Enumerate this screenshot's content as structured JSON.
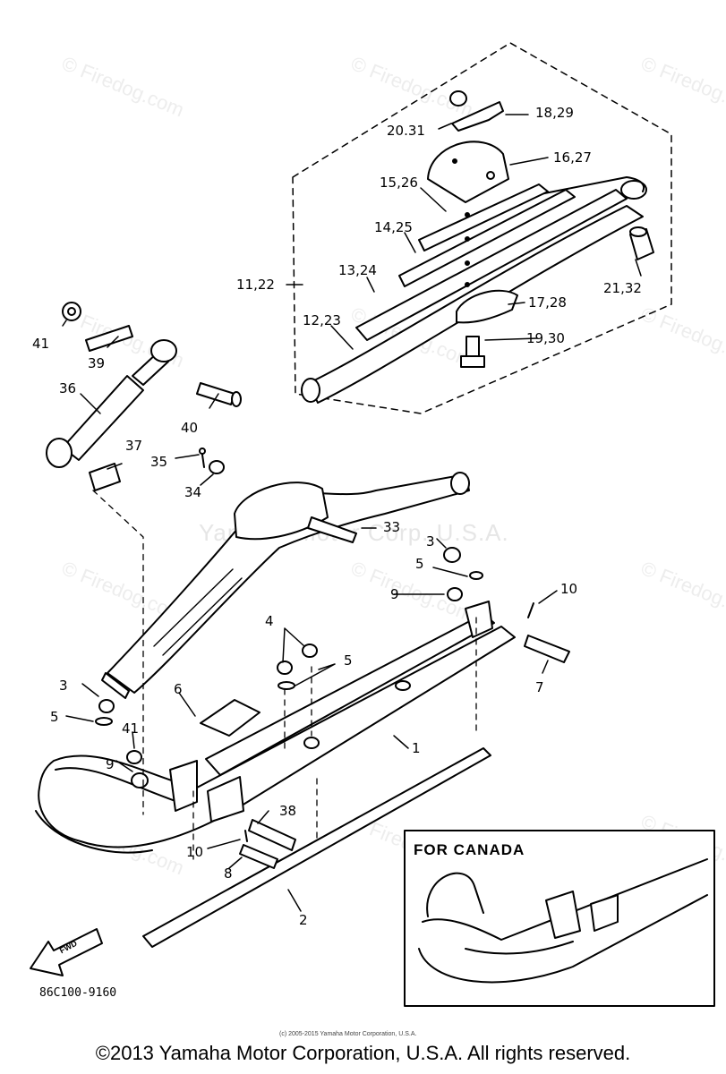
{
  "watermark": {
    "site": "© Firedog.com",
    "center": "Yamaha Motor Corp. U.S.A."
  },
  "labels": {
    "p1": "1",
    "p2": "2",
    "p3a": "3",
    "p3b": "3",
    "p4": "4",
    "p5a": "5",
    "p5b": "5",
    "p5c": "5",
    "p6": "6",
    "p7": "7",
    "p8": "8",
    "p9a": "9",
    "p9b": "9",
    "p10a": "10",
    "p10b": "10",
    "p11_22": "11,22",
    "p12_23": "12,23",
    "p13_24": "13,24",
    "p14_25": "14,25",
    "p15_26": "15,26",
    "p16_27": "16,27",
    "p17_28": "17,28",
    "p18_29": "18,29",
    "p19_30": "19,30",
    "p20_31": "20.31",
    "p21_32": "21,32",
    "p33": "33",
    "p34": "34",
    "p35": "35",
    "p36": "36",
    "p37": "37",
    "p38": "38",
    "p39": "39",
    "p40": "40",
    "p41a": "41",
    "p41b": "41"
  },
  "inset": {
    "title": "FOR CANADA"
  },
  "fwd_label": "FWD",
  "part_code": "86C100-9160",
  "small_copyright": "(c) 2005-2015 Yamaha Motor Corporation, U.S.A.",
  "footer": "©2013 Yamaha Motor Corporation, U.S.A. All rights reserved."
}
